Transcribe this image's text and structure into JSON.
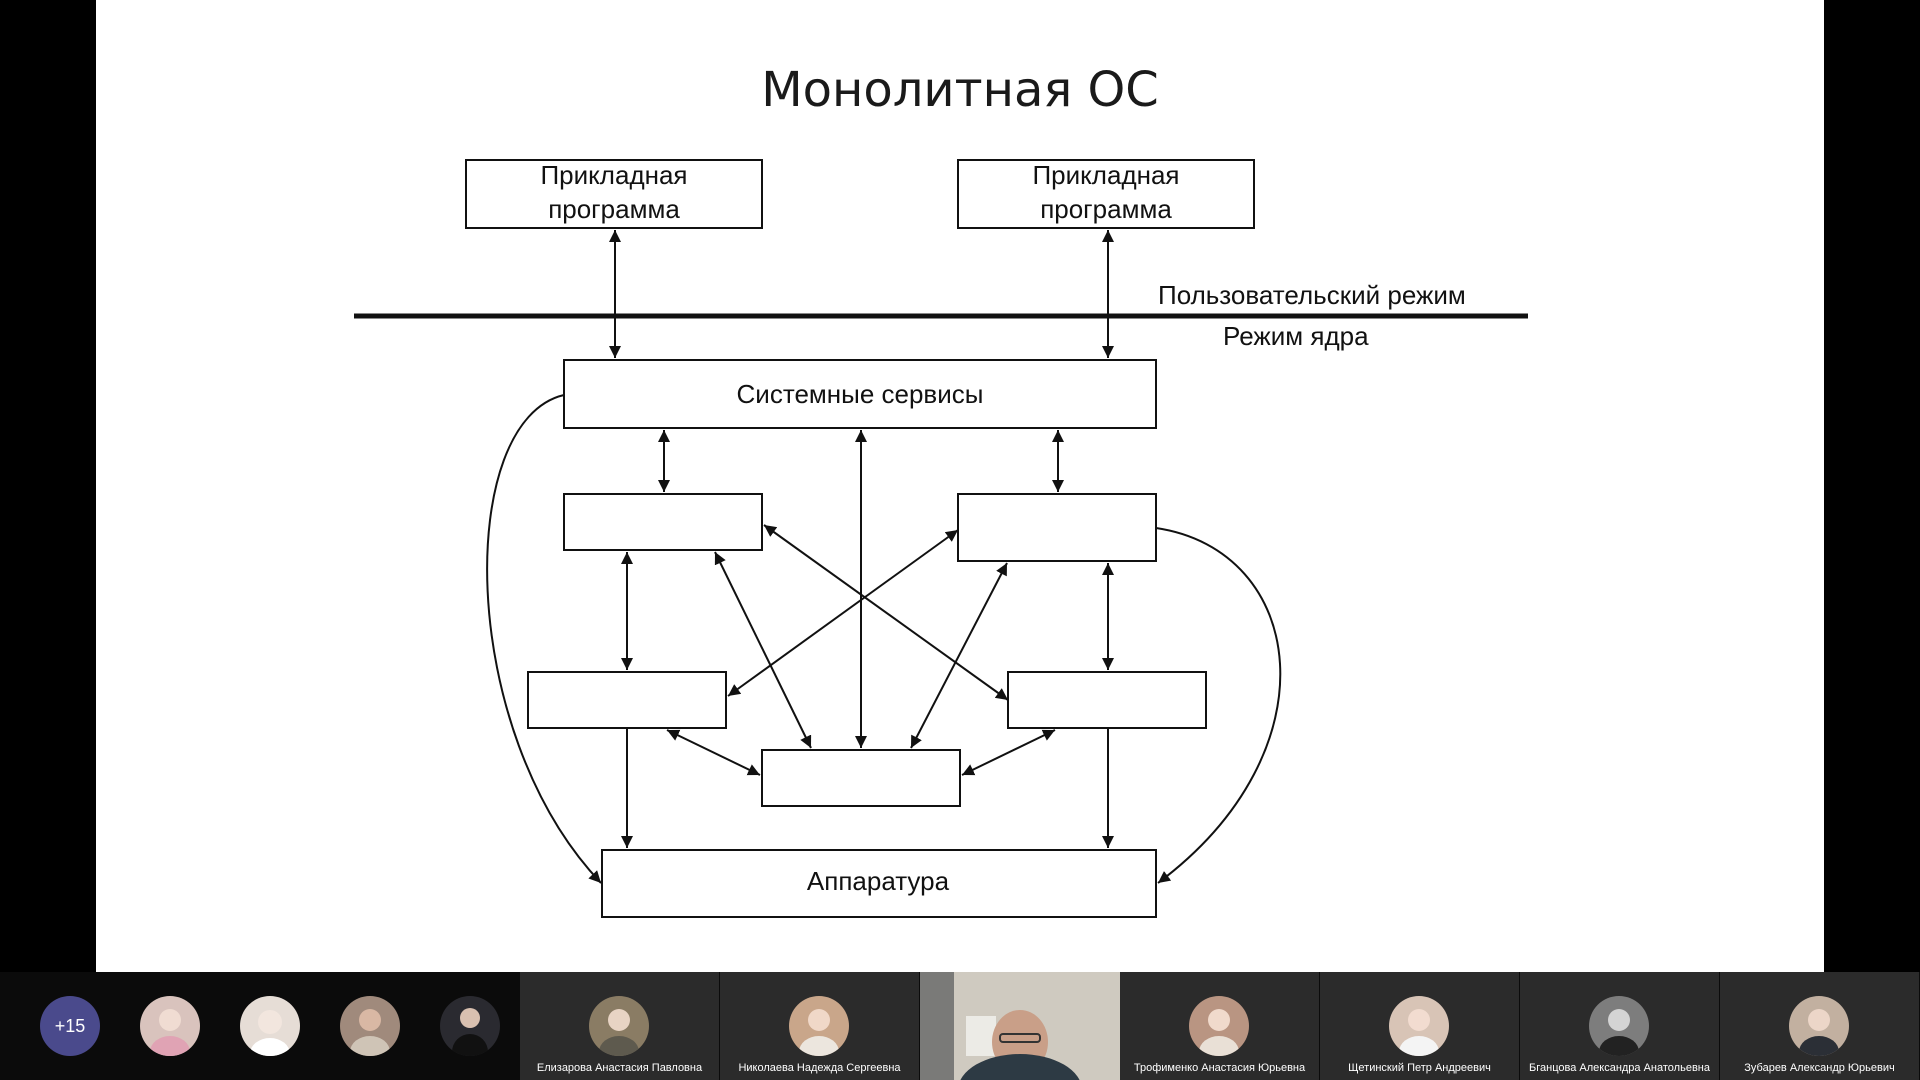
{
  "slide": {
    "title": "Монолитная ОС",
    "boxes": {
      "app_left_line1": "Прикладная",
      "app_left_line2": "программа",
      "app_right_line1": "Прикладная",
      "app_right_line2": "программа",
      "system_services": "Системные сервисы",
      "hardware": "Аппаратура"
    },
    "labels": {
      "user_mode": "Пользовательский режим",
      "kernel_mode": "Режим ядра"
    }
  },
  "participants": {
    "more_count": "+15",
    "tiles": [
      {
        "name": "Елизарова Анастасия Павловна",
        "color": "#8a7c64"
      },
      {
        "name": "Николаева Надежда Сергеевна",
        "color": "#c9a68a"
      },
      {
        "name": "Трофименко Анастасия Юрьевна",
        "color": "#b99582"
      },
      {
        "name": "Щетинский Петр Андреевич",
        "color": "#d8c4b6"
      },
      {
        "name": "Бганцова Александра Анатольевна",
        "color": "#7d7d7d"
      },
      {
        "name": "Зубарев Александр Юрьевич",
        "color": "#c2b0a0"
      }
    ],
    "small_avatar_colors": [
      "#d9c3bd",
      "#e6ddd6",
      "#a08a7c",
      "#2a2a30"
    ]
  }
}
